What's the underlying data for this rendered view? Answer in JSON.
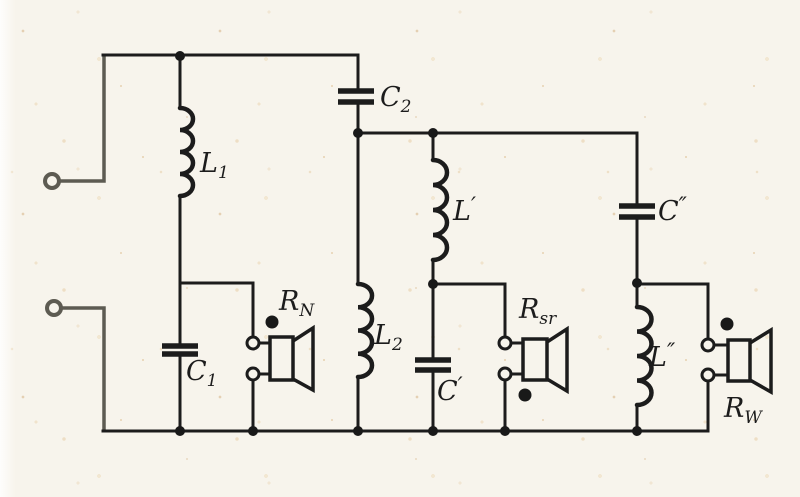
{
  "diagram": {
    "type": "schematic",
    "subject": "three-way loudspeaker crossover network",
    "colors": {
      "paper": "#f7f4ec",
      "ink": "#1c1c1c",
      "input_wiring": "#5d5b52"
    },
    "labels": {
      "L1": {
        "main": "L",
        "sub": "1"
      },
      "C1": {
        "main": "C",
        "sub": "1"
      },
      "C2": {
        "main": "C",
        "sub": "2"
      },
      "L2": {
        "main": "L",
        "sub": "2"
      },
      "Lp": {
        "main": "L",
        "sup": "′"
      },
      "Cp": {
        "main": "C",
        "sup": "′"
      },
      "Cpp": {
        "main": "C",
        "sup": "″"
      },
      "Lpp": {
        "main": "L",
        "sup": "″"
      },
      "RN": {
        "main": "R",
        "sub": "N"
      },
      "Rsr": {
        "main": "R",
        "sub": "sr"
      },
      "RW": {
        "main": "R",
        "sub": "W"
      }
    },
    "components": [
      {
        "id": "input-terminals",
        "symbol": "terminal-pair"
      },
      {
        "id": "L1",
        "symbol": "inductor"
      },
      {
        "id": "C1",
        "symbol": "capacitor"
      },
      {
        "id": "C2",
        "symbol": "capacitor"
      },
      {
        "id": "L2",
        "symbol": "inductor"
      },
      {
        "id": "L-prime",
        "symbol": "inductor"
      },
      {
        "id": "C-prime",
        "symbol": "capacitor"
      },
      {
        "id": "C-double-prime",
        "symbol": "capacitor"
      },
      {
        "id": "L-double-prime",
        "symbol": "inductor"
      },
      {
        "id": "RN",
        "symbol": "loudspeaker"
      },
      {
        "id": "Rsr",
        "symbol": "loudspeaker"
      },
      {
        "id": "RW",
        "symbol": "loudspeaker"
      }
    ]
  }
}
